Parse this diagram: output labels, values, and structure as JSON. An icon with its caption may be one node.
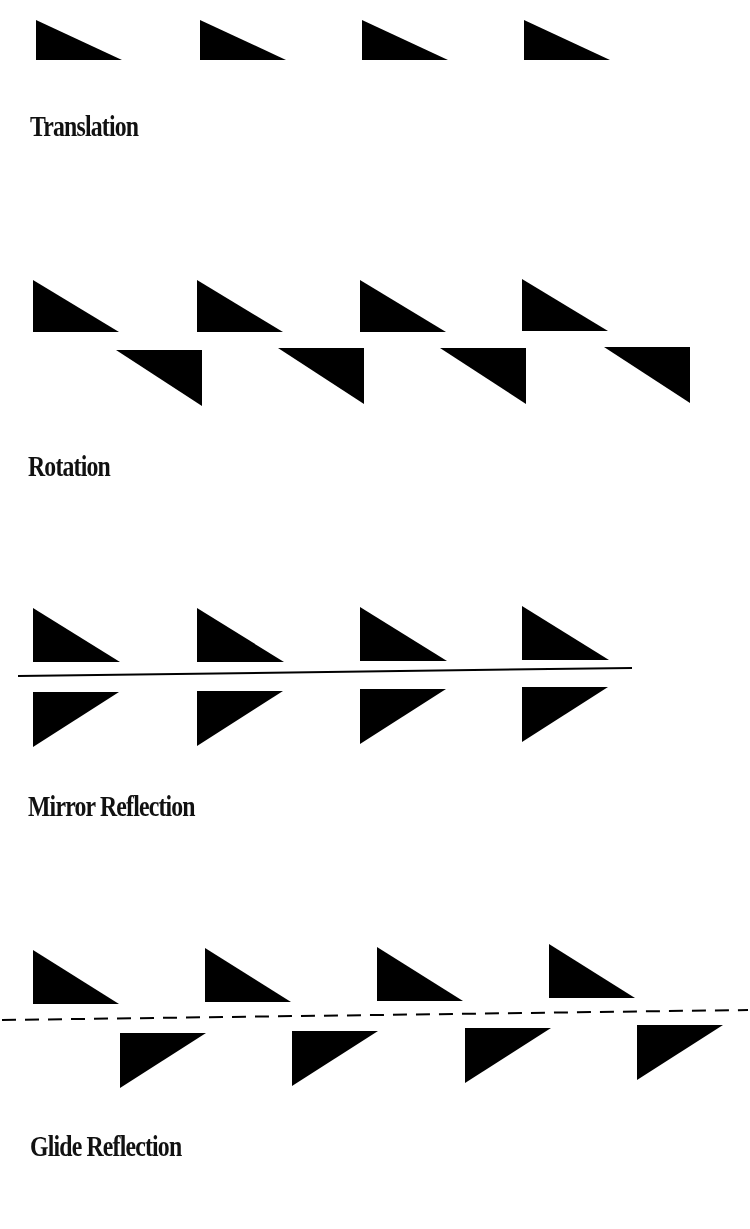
{
  "diagram": {
    "labels": [
      "Translation",
      "Rotation",
      "Mirror Reflection",
      "Glide Reflection"
    ]
  }
}
